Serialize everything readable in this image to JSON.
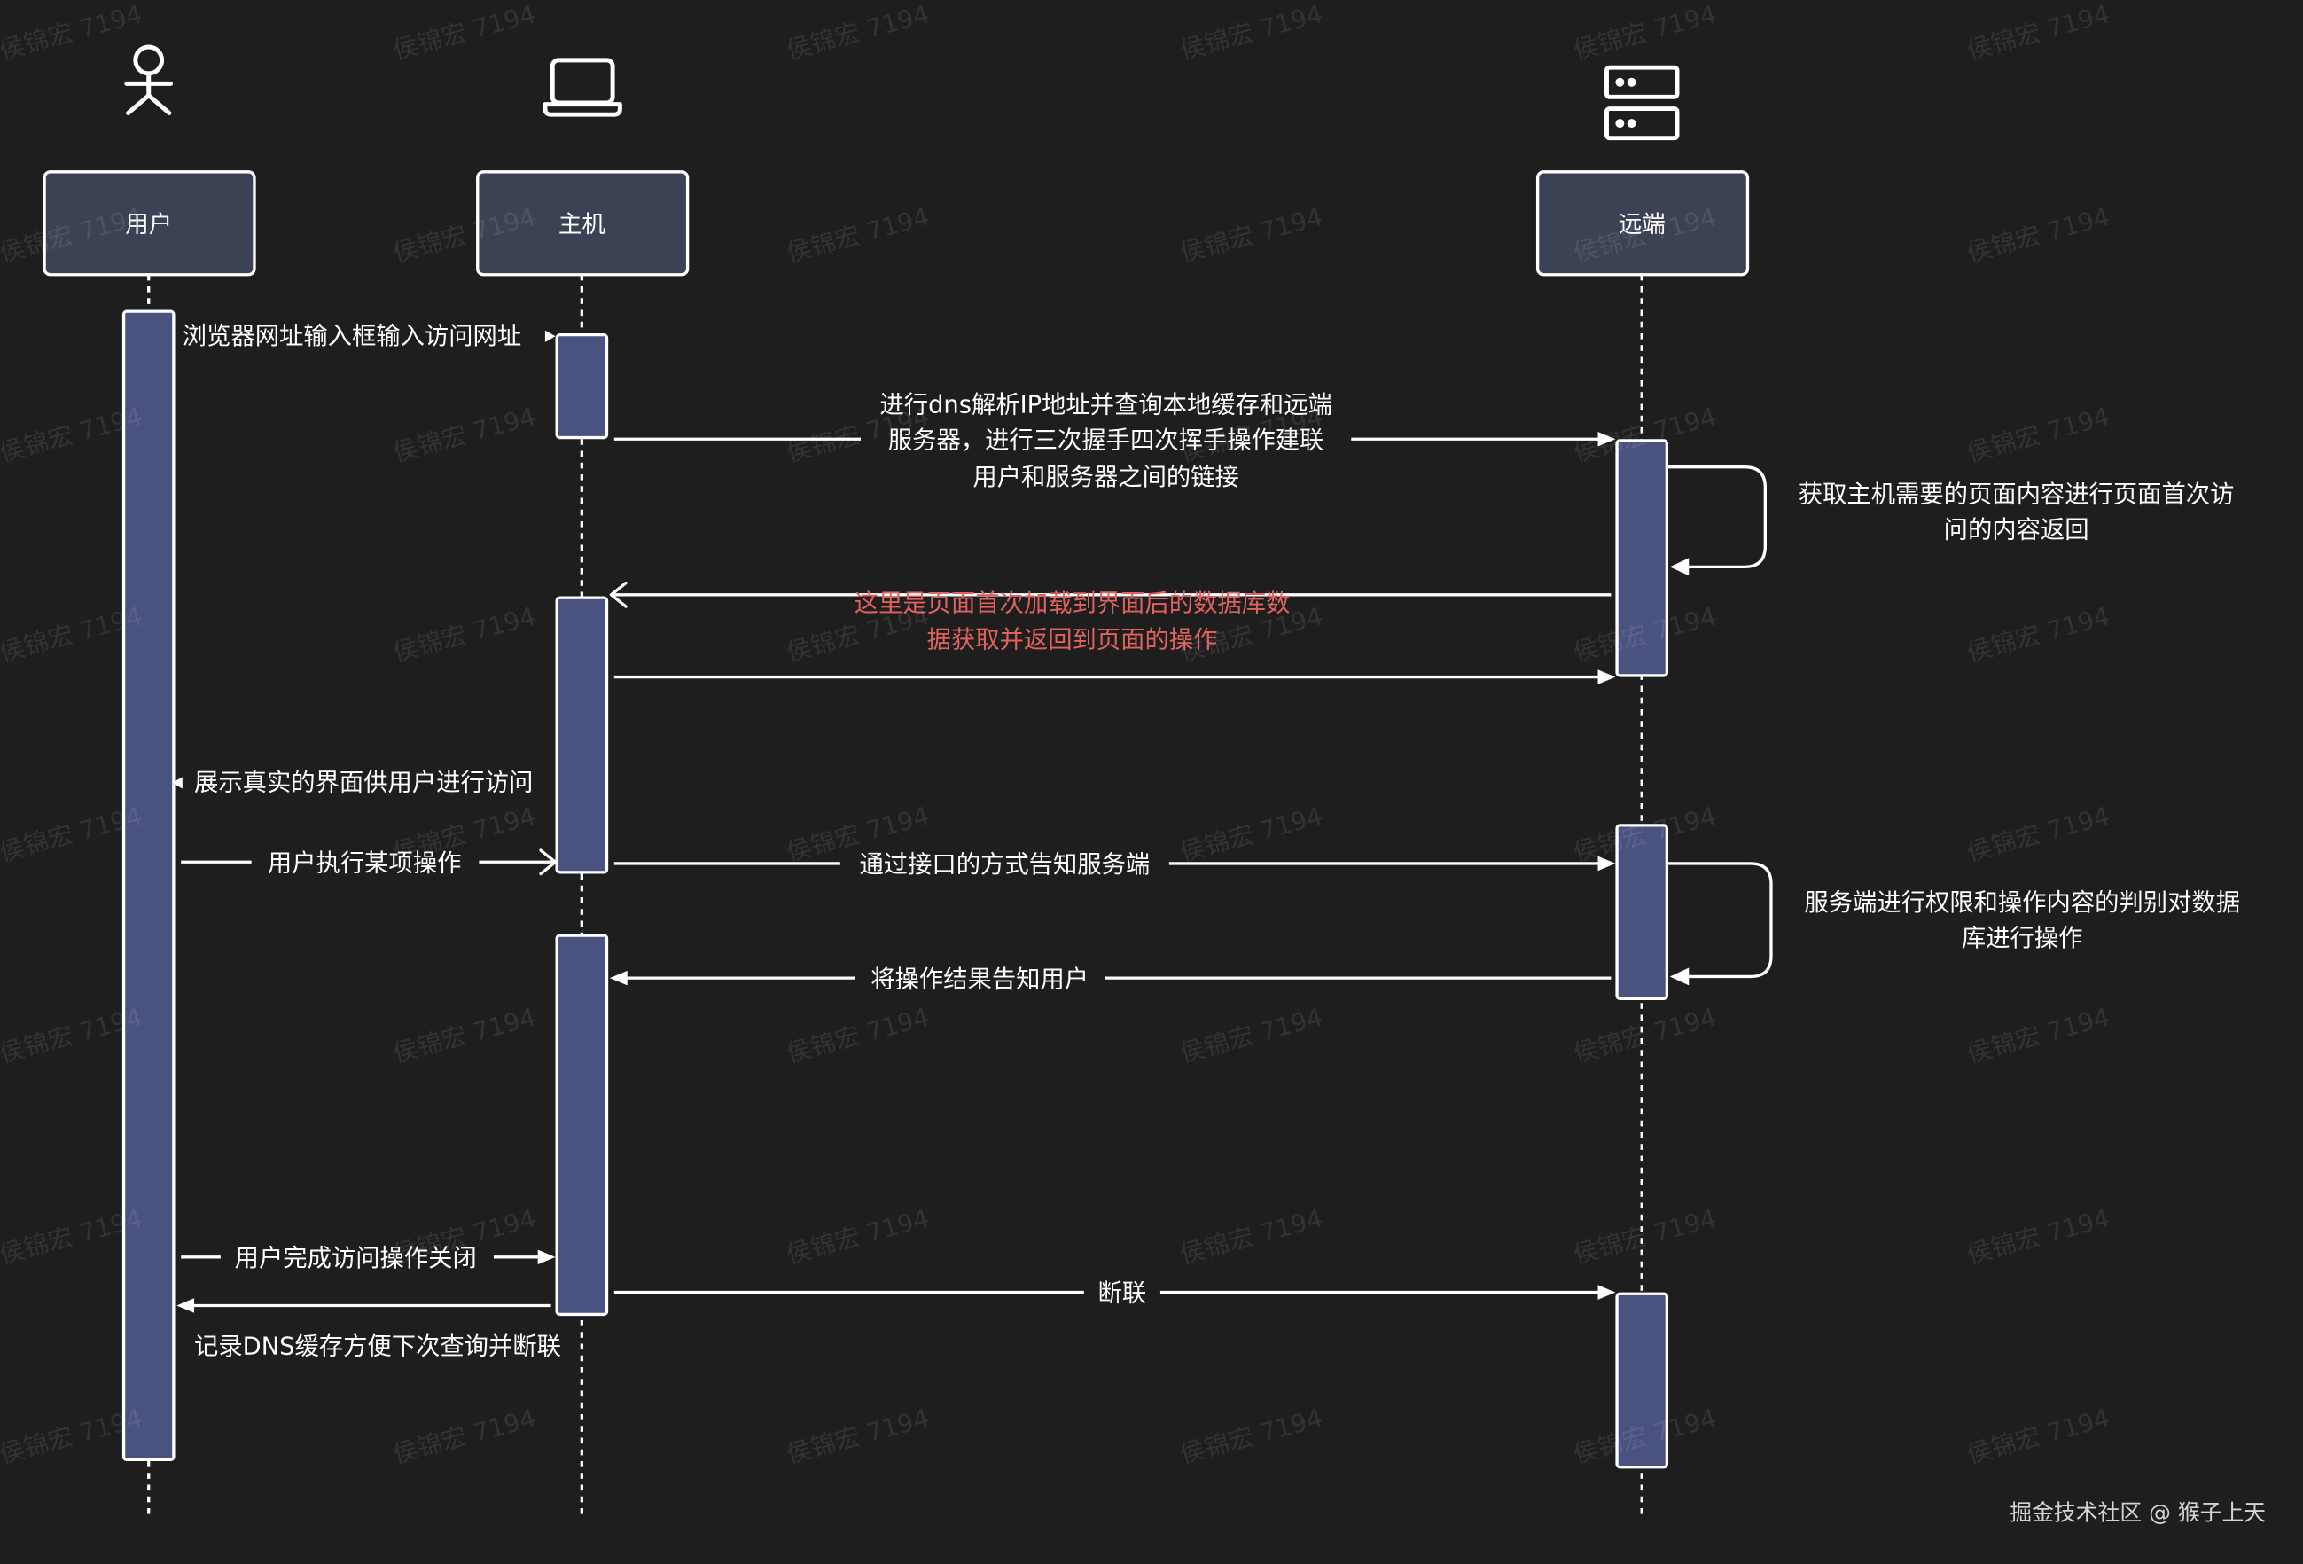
{
  "participants": [
    {
      "label": "用户",
      "icon": "person-icon"
    },
    {
      "label": "主机",
      "icon": "laptop-icon"
    },
    {
      "label": "远端",
      "icon": "server-icon"
    }
  ],
  "messages": [
    {
      "from": 0,
      "to": 1,
      "lines": [
        "浏览器网址输入框输入访问网址"
      ]
    },
    {
      "from": 1,
      "to": 2,
      "lines": [
        "进行dns解析IP地址并查询本地缓存和远端",
        "服务器，进行三次握手四次挥手操作建联",
        "用户和服务器之间的链接"
      ]
    },
    {
      "from": 2,
      "to": 2,
      "lines": [
        "获取主机需要的页面内容进行页面首次访",
        "问的内容返回"
      ]
    },
    {
      "from": 2,
      "to": 1,
      "lines": [
        "这里是页面首次加载到界面后的数据库数",
        "据获取并返回到页面的操作"
      ],
      "color": "#e0625e"
    },
    {
      "from": 1,
      "to": 2,
      "lines": []
    },
    {
      "from": 1,
      "to": 0,
      "lines": [
        "展示真实的界面供用户进行访问"
      ]
    },
    {
      "from": 0,
      "to": 1,
      "lines": [
        "用户执行某项操作"
      ]
    },
    {
      "from": 1,
      "to": 2,
      "lines": [
        "通过接口的方式告知服务端"
      ]
    },
    {
      "from": 2,
      "to": 2,
      "lines": [
        "服务端进行权限和操作内容的判别对数据",
        "库进行操作"
      ]
    },
    {
      "from": 2,
      "to": 1,
      "lines": [
        "将操作结果告知用户"
      ]
    },
    {
      "from": 0,
      "to": 1,
      "lines": [
        "用户完成访问操作关闭"
      ]
    },
    {
      "from": 1,
      "to": 2,
      "lines": [
        "断联"
      ]
    },
    {
      "from": 1,
      "to": 0,
      "lines": [
        "记录DNS缓存方便下次查询并断联"
      ]
    }
  ],
  "watermark": "侯锦宏 7194",
  "footer": "掘金技术社区 @ 猴子上天",
  "colors": {
    "background": "#1e1e1e",
    "participant_box": "#3b4254",
    "activation_bar": "#4a5280",
    "line": "#ffffff"
  }
}
